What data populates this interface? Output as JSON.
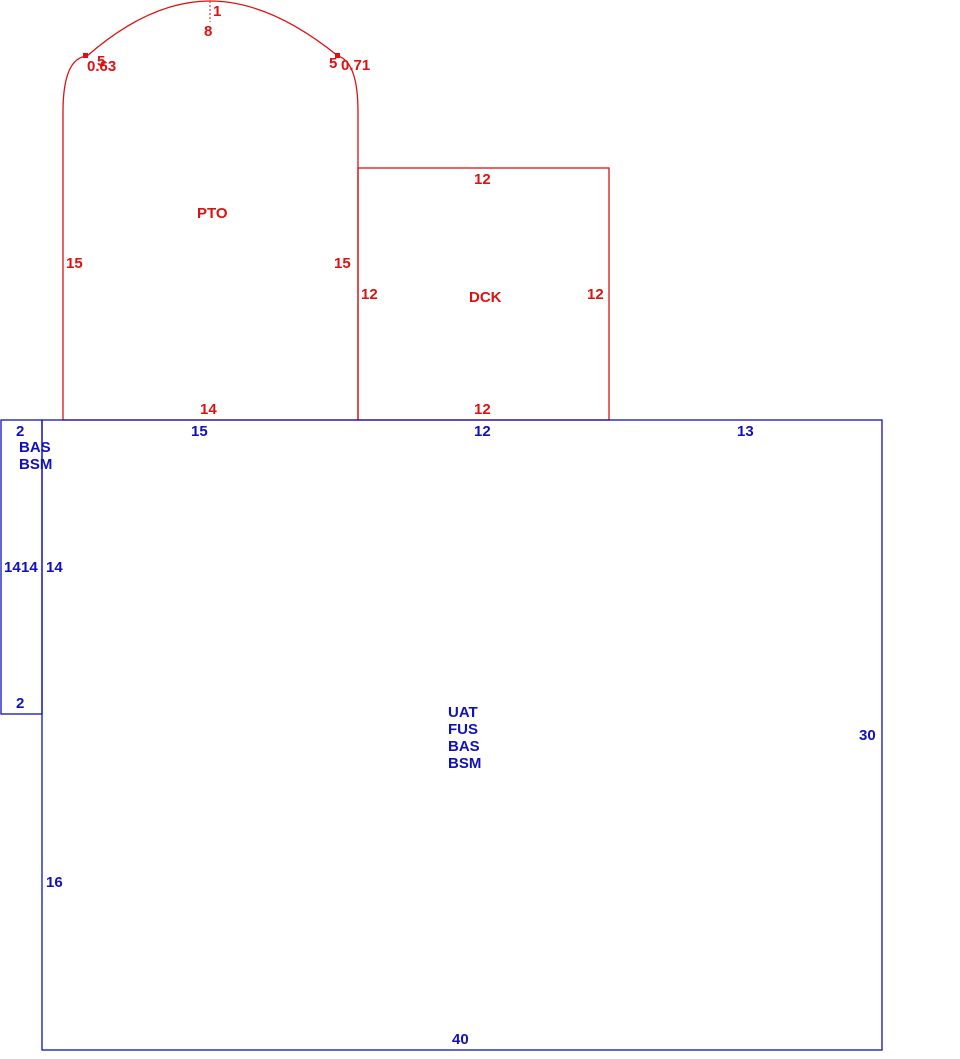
{
  "colors": {
    "addition": "#dd1111",
    "main": "#1111bb"
  },
  "patio": {
    "area_label": "PTO",
    "arc_top_numbers": [
      "1",
      "8"
    ],
    "arc_left_labels": [
      "5",
      "0.63"
    ],
    "arc_right_labels": [
      "5",
      "0.71"
    ],
    "left_side": "15",
    "right_side": "15",
    "bottom_side": "14"
  },
  "deck": {
    "area_label": "DCK",
    "top_side": "12",
    "left_side": "12",
    "right_side": "12",
    "bottom_side": "12"
  },
  "main": {
    "codes": [
      "UAT",
      "FUS",
      "BAS",
      "BSM"
    ],
    "top_segments": [
      "15",
      "12",
      "13"
    ],
    "right_side": "30",
    "bottom_side": "40",
    "left_upper": "14",
    "left_lower": "16"
  },
  "bump": {
    "codes": [
      "BAS",
      "BSM"
    ],
    "top_side": "2",
    "bottom_side": "2",
    "left_side": "14",
    "right_side": "14"
  }
}
